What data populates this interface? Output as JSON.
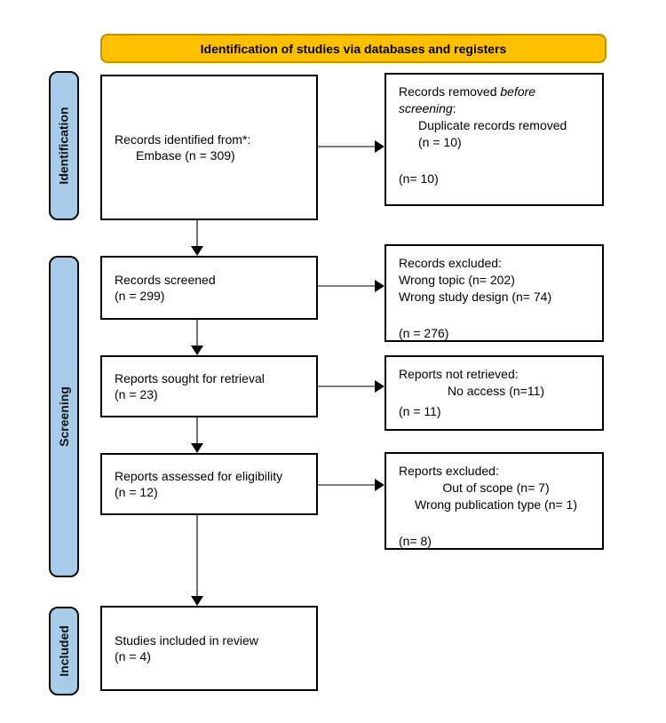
{
  "banner": {
    "label": "Identification of studies via databases and registers"
  },
  "stages": [
    {
      "label": "Identification"
    },
    {
      "label": "Screening"
    },
    {
      "label": "Included"
    }
  ],
  "main_boxes": [
    {
      "line1": "Records identified from*:",
      "line2": "Embase (n = 309)"
    },
    {
      "line1": "Records screened",
      "line2": "(n = 299)"
    },
    {
      "line1": "Reports sought for retrieval",
      "line2": "(n = 23)"
    },
    {
      "line1": "Reports assessed for eligibility",
      "line2": "(n = 12)"
    },
    {
      "line1": "Studies included in review",
      "line2": "(n = 4)"
    }
  ],
  "side_boxes": [
    {
      "title_prefix": "Records removed ",
      "title_italic": "before screening",
      "title_suffix": ":",
      "item1": "Duplicate records removed",
      "item2": "(n = 10)",
      "total": "(n= 10)"
    },
    {
      "title": "Records excluded:",
      "item1": "Wrong topic (n= 202)",
      "item2": "Wrong study design (n= 74)",
      "total": "(n = 276)"
    },
    {
      "title": "Reports not retrieved:",
      "item1": "No access (n=11)",
      "total": "(n = 11)"
    },
    {
      "title": "Reports excluded:",
      "item1": "Out of scope (n= 7)",
      "item2": "Wrong publication type (n= 1)",
      "total": "(n= 8)"
    }
  ],
  "colors": {
    "banner_fill": "#FFC000",
    "banner_border": "#BF9000",
    "stage_fill": "#A8CBE9",
    "box_border": "#000000",
    "connector_line": "#7f7f7f",
    "arrowhead": "#000000"
  }
}
